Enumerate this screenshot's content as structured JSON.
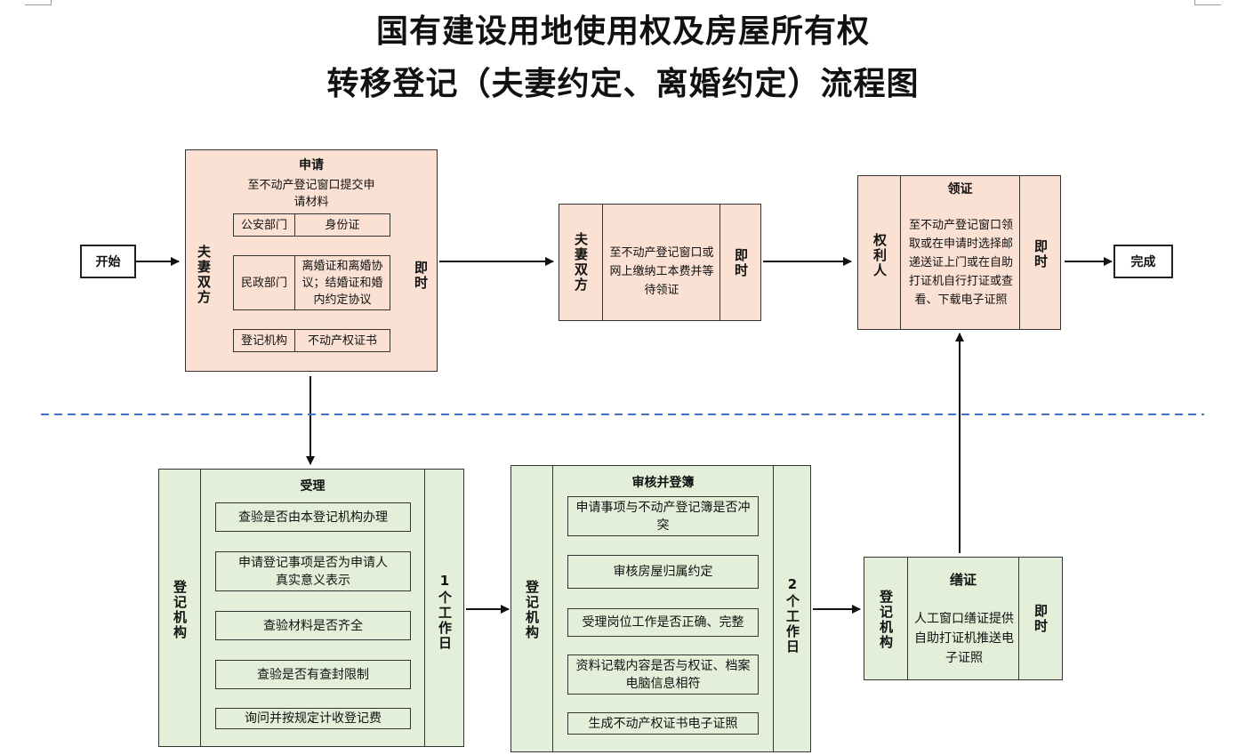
{
  "title_line1": "国有建设用地使用权及房屋所有权",
  "title_line2": "转移登记（夫妻约定、离婚约定）流程图",
  "start_label": "开始",
  "end_label": "完成",
  "apply": {
    "header": "申请",
    "actor": "夫妻双方",
    "desc": "至不动产登记窗口提交申请材料",
    "time": "即时",
    "rows": [
      {
        "dept": "公安部门",
        "doc": "身份证"
      },
      {
        "dept": "民政部门",
        "doc": "离婚证和离婚协议；结婚证和婚内约定协议"
      },
      {
        "dept": "登记机构",
        "doc": "不动产权证书"
      }
    ]
  },
  "pay": {
    "actor": "夫妻双方",
    "desc": "至不动产登记窗口或网上缴纳工本费并等待领证",
    "time": "即时"
  },
  "collect": {
    "header": "领证",
    "actor": "权利人",
    "desc": "至不动产登记窗口领取或在申请时选择邮递送证上门或在自助打证机自行打证或查看、下载电子证照",
    "time": "即时"
  },
  "accept": {
    "header": "受理",
    "actor": "登记机构",
    "time": "1个工作日",
    "items": [
      "查验是否由本登记机构办理",
      "申请登记事项是否为申请人真实意义表示",
      "查验材料是否齐全",
      "查验是否有查封限制",
      "询问并按规定计收登记费"
    ]
  },
  "review": {
    "header": "审核并登簿",
    "actor": "登记机构",
    "time": "2个工作日",
    "items": [
      "申请事项与不动产登记簿是否冲突",
      "审核房屋归属约定",
      "受理岗位工作是否正确、完整",
      "资料记载内容是否与权证、档案电脑信息相符",
      "生成不动产权证书电子证照"
    ]
  },
  "issue": {
    "header": "缮证",
    "actor": "登记机构",
    "desc": "人工窗口缮证提供自助打证机推送电子证照",
    "time": "即时"
  },
  "colors": {
    "peach": "#fbe1d4",
    "green": "#e3efd9",
    "divider": "#4472c4"
  }
}
